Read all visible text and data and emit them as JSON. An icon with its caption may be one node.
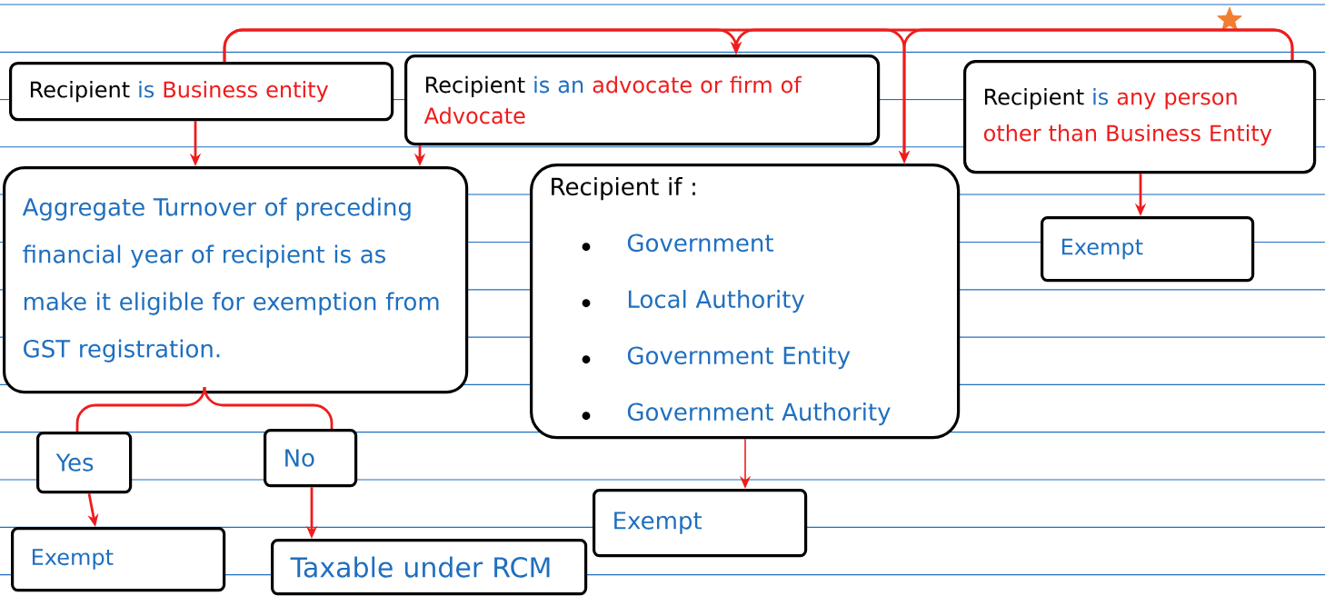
{
  "diagram": {
    "nodes": [
      {
        "text": [
          "Recipient",
          "is",
          "Business entity"
        ]
      },
      {
        "text": [
          "Recipient",
          "is an",
          "advocate or firm of Advocate"
        ]
      },
      {
        "text": [
          "Recipient",
          "is",
          "any person other than Business Entity"
        ]
      },
      {
        "text": [
          "Aggregate Turnover of preceding financial year of recipient is as make it eligible for exemption from GST registration."
        ]
      },
      {
        "text": [
          "Recipient if :",
          "Government",
          "Local Authority",
          "Government Entity",
          "Government Authority"
        ]
      },
      {
        "text": [
          "Exempt"
        ]
      },
      {
        "text": [
          "Yes"
        ]
      },
      {
        "text": [
          "No"
        ]
      },
      {
        "text": [
          "Exempt"
        ]
      },
      {
        "text": [
          "Exempt"
        ]
      },
      {
        "text": [
          "Taxable under RCM"
        ]
      }
    ],
    "edges": [
      {
        "from": 0,
        "to": 1,
        "arrow": "to"
      },
      {
        "from": 0,
        "to": 4,
        "arrow": "to"
      },
      {
        "from": 2,
        "to": 1,
        "arrow": "to"
      },
      {
        "from": 2,
        "to": 4,
        "arrow": "to"
      },
      {
        "from": 0,
        "to": 3,
        "arrow": "to"
      },
      {
        "from": 1,
        "to": 3,
        "arrow": "to"
      },
      {
        "from": 2,
        "to": 5,
        "arrow": "to"
      },
      {
        "from": 3,
        "to": 6,
        "arrow": "none"
      },
      {
        "from": 3,
        "to": 7,
        "arrow": "none"
      },
      {
        "from": 6,
        "to": 9,
        "arrow": "to"
      },
      {
        "from": 7,
        "to": 10,
        "arrow": "to"
      },
      {
        "from": 4,
        "to": 8,
        "arrow": "to"
      }
    ]
  }
}
